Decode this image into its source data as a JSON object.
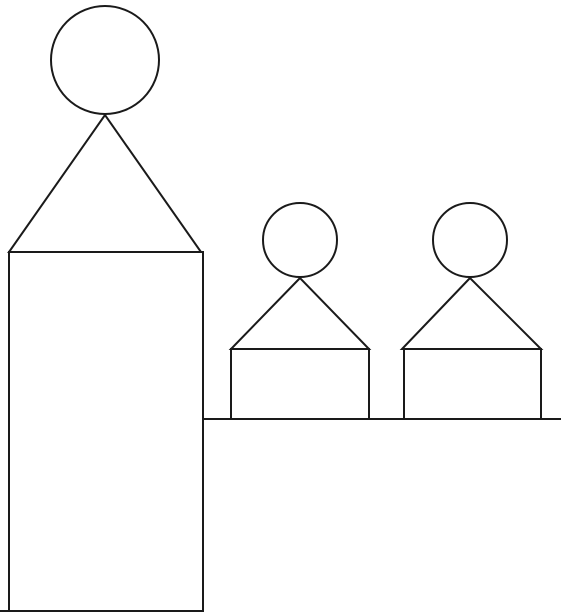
{
  "diagram": {
    "background": "#ffffff",
    "stroke_color": "#1a1a1a",
    "figures": [
      {
        "name": "large-figure"
      },
      {
        "name": "small-figure-left"
      },
      {
        "name": "small-figure-right"
      }
    ]
  }
}
